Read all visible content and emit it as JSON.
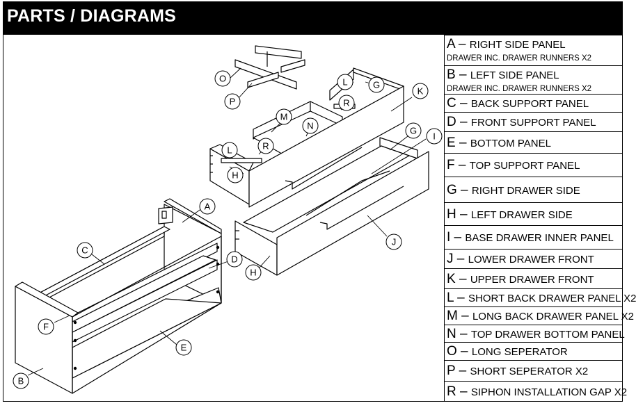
{
  "title": "PARTS / DIAGRAMS",
  "parts": [
    {
      "letter": "A",
      "name": "RIGHT SIDE PANEL",
      "note": "DRAWER INC. DRAWER RUNNERS X2"
    },
    {
      "letter": "B",
      "name": "LEFT SIDE PANEL",
      "note": "DRAWER INC. DRAWER RUNNERS X2"
    },
    {
      "letter": "C",
      "name": "BACK SUPPORT PANEL"
    },
    {
      "letter": "D",
      "name": "FRONT SUPPORT PANEL"
    },
    {
      "letter": "E",
      "name": "BOTTOM PANEL"
    },
    {
      "letter": "F",
      "name": "TOP SUPPORT PANEL"
    },
    {
      "letter": "G",
      "name": "RIGHT DRAWER SIDE"
    },
    {
      "letter": "H",
      "name": "LEFT DRAWER SIDE"
    },
    {
      "letter": "I",
      "name": "BASE DRAWER INNER PANEL"
    },
    {
      "letter": "J",
      "name": "LOWER DRAWER FRONT"
    },
    {
      "letter": "K",
      "name": "UPPER DRAWER FRONT"
    },
    {
      "letter": "L",
      "name": "SHORT BACK DRAWER PANEL X2"
    },
    {
      "letter": "M",
      "name": "LONG BACK DRAWER PANEL X2"
    },
    {
      "letter": "N",
      "name": "TOP DRAWER BOTTOM PANEL"
    },
    {
      "letter": "O",
      "name": "LONG SEPERATOR"
    },
    {
      "letter": "P",
      "name": "SHORT SEPERATOR X2"
    },
    {
      "letter": "R",
      "name": "SIPHON INSTALLATION GAP X2"
    }
  ],
  "callouts": [
    "O",
    "P",
    "L",
    "G",
    "K",
    "M",
    "R",
    "N",
    "R",
    "L",
    "H",
    "G",
    "I",
    "A",
    "C",
    "D",
    "J",
    "H",
    "F",
    "E",
    "B"
  ]
}
